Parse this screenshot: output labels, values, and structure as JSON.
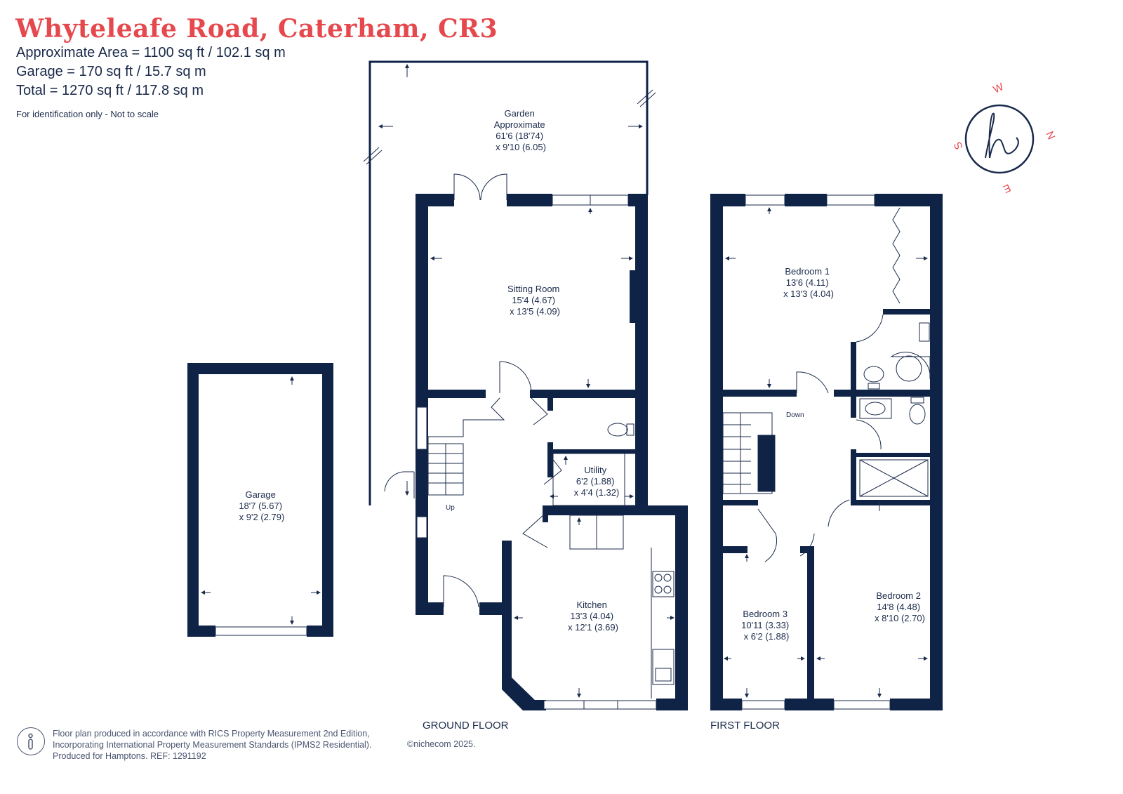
{
  "header": {
    "title": "Whyteleafe Road, Caterham, CR3",
    "area_approx": "Approximate Area = 1100 sq ft / 102.1 sq m",
    "area_garage": "Garage = 170 sq ft / 15.7 sq m",
    "area_total": "Total = 1270 sq ft / 117.8 sq m",
    "note": "For identification only - Not to scale"
  },
  "rooms": {
    "garden": [
      "Garden",
      "Approximate",
      "61'6 (18'74)",
      "x 9'10 (6.05)"
    ],
    "sitting": [
      "Sitting Room",
      "15'4 (4.67)",
      "x 13'5 (4.09)"
    ],
    "utility": [
      "Utility",
      "6'2 (1.88)",
      "x 4'4 (1.32)"
    ],
    "kitchen": [
      "Kitchen",
      "13'3 (4.04)",
      "x 12'1 (3.69)"
    ],
    "garage": [
      "Garage",
      "18'7 (5.67)",
      "x 9'2 (2.79)"
    ],
    "bedroom1": [
      "Bedroom 1",
      "13'6 (4.11)",
      "x 13'3 (4.04)"
    ],
    "bedroom2": [
      "Bedroom 2",
      "14'8 (4.48)",
      "x 8'10 (2.70)"
    ],
    "bedroom3": [
      "Bedroom 3",
      "10'11 (3.33)",
      "x 6'2 (1.88)"
    ]
  },
  "stairs": {
    "up": "Up",
    "down": "Down"
  },
  "floors": {
    "ground": "GROUND FLOOR",
    "first": "FIRST FLOOR"
  },
  "compass": {
    "w": "W",
    "n": "N",
    "s": "S",
    "e": "E",
    "logo": "h"
  },
  "footer": {
    "line1": "Floor plan produced in accordance with RICS Property Measurement 2nd Edition,",
    "line2": "Incorporating International Property Measurement Standards (IPMS2 Residential).",
    "line3": "Produced for Hamptons.   REF: 1291192",
    "brand": "©nichecom 2025."
  },
  "colors": {
    "wall": "#0f2347",
    "title": "#e5484d",
    "text": "#1a2a4a",
    "compass": "#1a2a4a",
    "compass_letters": "#e5484d"
  }
}
